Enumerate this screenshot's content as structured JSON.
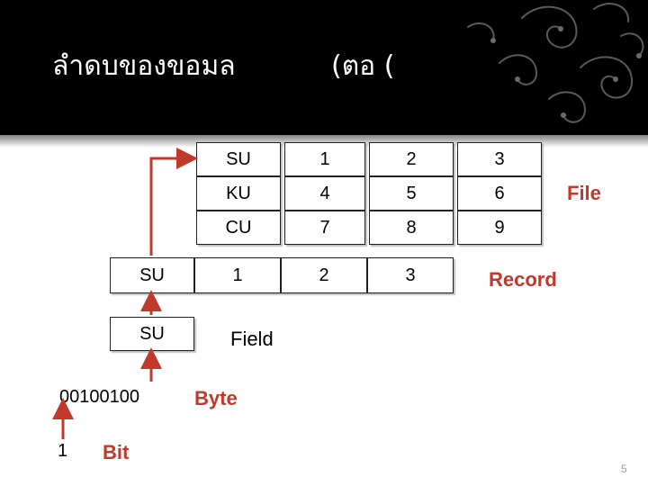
{
  "slide": {
    "title": "ลำดบของขอมล",
    "title_continued": "(ตอ (",
    "slide_number": "5"
  },
  "file_table": {
    "rows": [
      [
        "SU",
        "1",
        "2",
        "3"
      ],
      [
        "KU",
        "4",
        "5",
        "6"
      ],
      [
        "CU",
        "7",
        "8",
        "9"
      ]
    ]
  },
  "record_row": [
    "SU",
    "1",
    "2",
    "3"
  ],
  "field_box": "SU",
  "byte_value": "00100100",
  "bit_value": "1",
  "labels": {
    "file": "File",
    "record": "Record",
    "field": "Field",
    "byte": "Byte",
    "bit": "Bit"
  },
  "colors": {
    "header_bg": "#000000",
    "arrow": "#c0392b",
    "label_red": "#c0392b"
  }
}
